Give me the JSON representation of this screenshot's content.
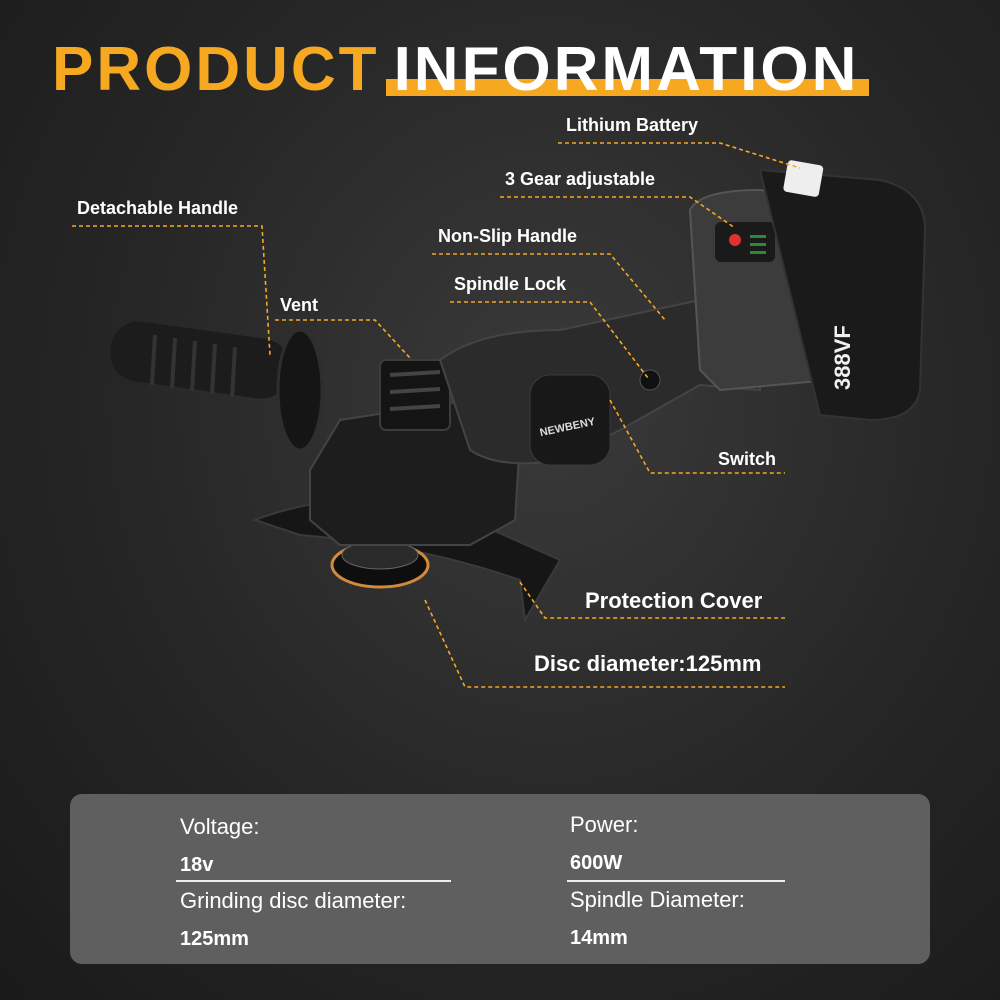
{
  "title": {
    "part1": "PRODUCT",
    "part2": "INFORMATION"
  },
  "product": {
    "brand": "NEWBENY",
    "battery_marking": "388VF"
  },
  "callouts": {
    "lithium_battery": "Lithium Battery",
    "gear": "3 Gear adjustable",
    "detachable_handle": "Detachable Handle",
    "non_slip_handle": "Non-Slip Handle",
    "spindle_lock": "Spindle Lock",
    "vent": "Vent",
    "switch": "Switch",
    "protection_cover": "Protection Cover",
    "disc_diameter": "Disc diameter:125mm"
  },
  "specs": [
    {
      "label": "Voltage:",
      "value": "18v"
    },
    {
      "label": "Power:",
      "value": "600W"
    },
    {
      "label": "Grinding disc diameter:",
      "value": "125mm"
    },
    {
      "label": "Spindle Diameter:",
      "value": "14mm"
    }
  ],
  "colors": {
    "accent": "#f6a821",
    "panel": "#5f5f5f",
    "background": "#262626"
  }
}
